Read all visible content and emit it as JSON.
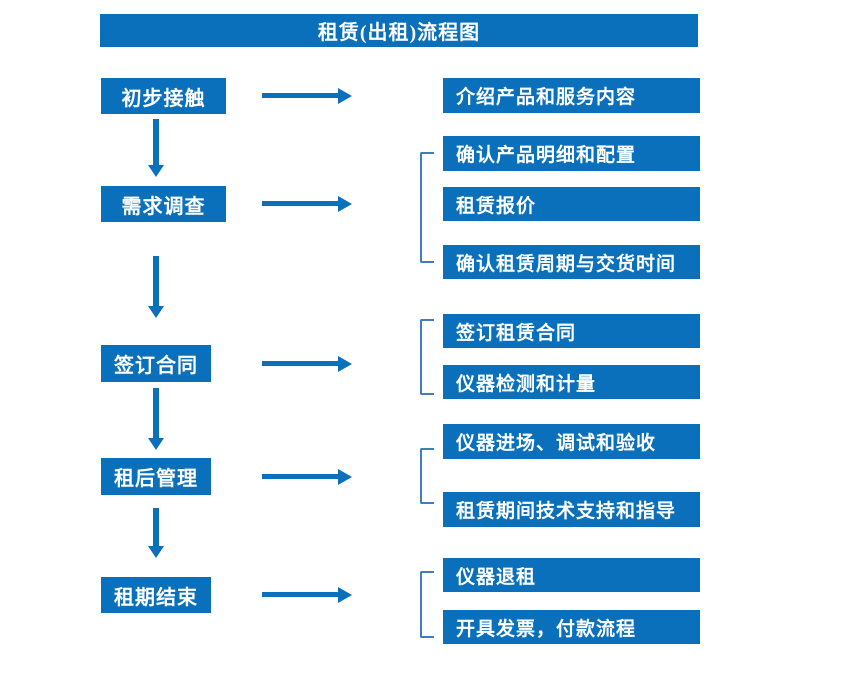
{
  "title": "租赁(出租)流程图",
  "colors": {
    "box_fill": "#0B70BC",
    "arrow": "#0B70BC",
    "bracket": "#3D7EC0",
    "box_text": "#FFFFFF",
    "background": "#FFFFFF"
  },
  "stages": [
    {
      "label": "初步接触",
      "outputs": [
        "介绍产品和服务内容"
      ]
    },
    {
      "label": "需求调查",
      "outputs": [
        "确认产品明细和配置",
        "租赁报价",
        "确认租赁周期与交货时间"
      ]
    },
    {
      "label": "签订合同",
      "outputs": [
        "签订租赁合同",
        "仪器检测和计量"
      ]
    },
    {
      "label": "租后管理",
      "outputs": [
        "仪器进场、调试和验收",
        "租赁期间技术支持和指导"
      ]
    },
    {
      "label": "租期结束",
      "outputs": [
        "仪器退租",
        "开具发票，付款流程"
      ]
    }
  ]
}
